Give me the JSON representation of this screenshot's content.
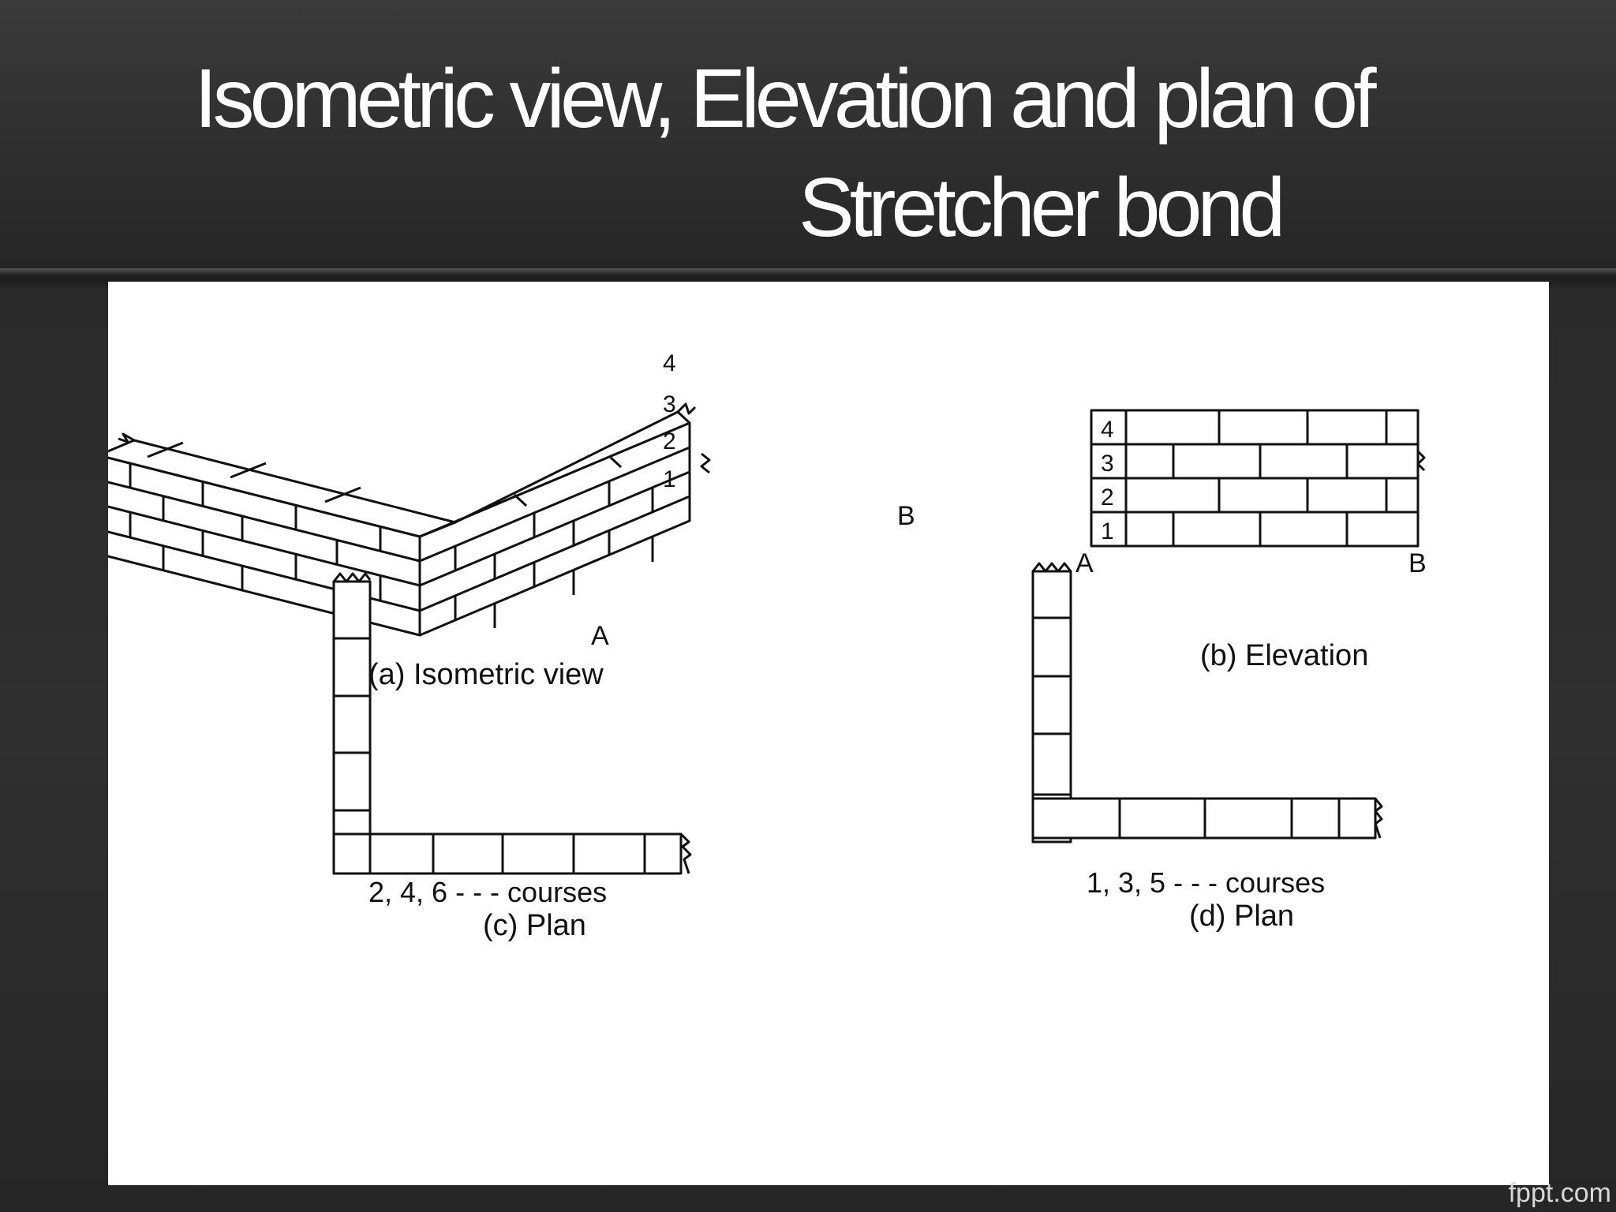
{
  "title": {
    "line1": "Isometric view, Elevation and plan of",
    "line2": "Stretcher bond"
  },
  "figures": {
    "isometric": {
      "caption": "(a) Isometric view",
      "course_labels": [
        "4",
        "3",
        "2",
        "1"
      ],
      "end_a": "A",
      "end_b": "B"
    },
    "elevation": {
      "caption": "(b) Elevation",
      "course_labels": [
        "4",
        "3",
        "2",
        "1"
      ],
      "end_a": "A",
      "end_b": "B"
    },
    "plan_even": {
      "courses": "2, 4, 6 - - - courses",
      "caption": "(c) Plan"
    },
    "plan_odd": {
      "courses": "1, 3, 5 - - - courses",
      "caption": "(d) Plan"
    }
  },
  "watermark": "fppt.com"
}
